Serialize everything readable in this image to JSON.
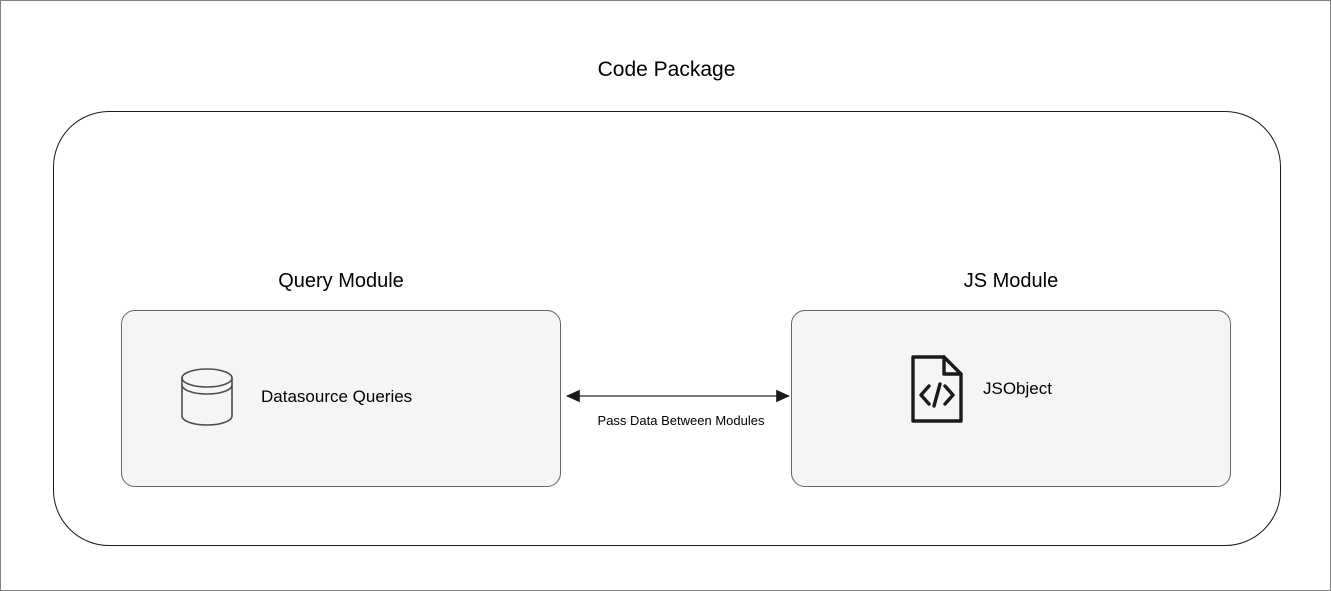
{
  "diagram": {
    "title": "Code Package",
    "modules": [
      {
        "title": "Query Module",
        "node": {
          "label": "Datasource Queries",
          "icon": "database-cylinder-icon"
        }
      },
      {
        "title": "JS Module",
        "node": {
          "label": "JSObject",
          "icon": "code-document-icon"
        }
      }
    ],
    "connector": {
      "label": "Pass Data Between Modules",
      "arrow": "double-headed-arrow",
      "direction": "bidirectional"
    },
    "colors": {
      "background": "#ffffff",
      "outer_border": "#808080",
      "package_border": "#1a1a1a",
      "module_fill": "#f5f5f5",
      "module_border": "#666666",
      "text": "#000000",
      "connector_line": "#4d4d4d"
    }
  }
}
